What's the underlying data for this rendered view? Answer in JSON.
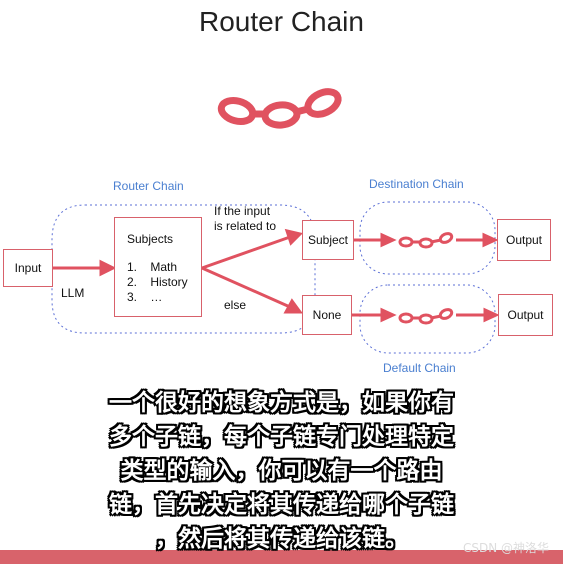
{
  "title": "Router Chain",
  "labels": {
    "router_chain": "Router Chain",
    "destination_chain": "Destination Chain",
    "default_chain": "Default Chain",
    "if_input": "If the input",
    "is_related": "is related to",
    "else": "else",
    "llm": "LLM"
  },
  "nodes": {
    "input": "Input",
    "subjects_title": "Subjects",
    "subjects_list": [
      "1.    Math",
      "2.    History",
      "3.    …"
    ],
    "subject": "Subject",
    "none": "None",
    "output_top": "Output",
    "output_bottom": "Output"
  },
  "caption": [
    "一个很好的想象方式是，如果你有",
    "多个子链，每个子链专门处理特定",
    "类型的输入，你可以有一个路由",
    "链，首先决定将其传递给哪个子链",
    "，然后将其传递给该链。"
  ],
  "watermark": "CSDN @神洛华",
  "colors": {
    "accent": "#d8616b",
    "blue": "#4a7fd0",
    "dash": "#5b6fd6"
  },
  "icons": [
    "chain-link-icon"
  ]
}
